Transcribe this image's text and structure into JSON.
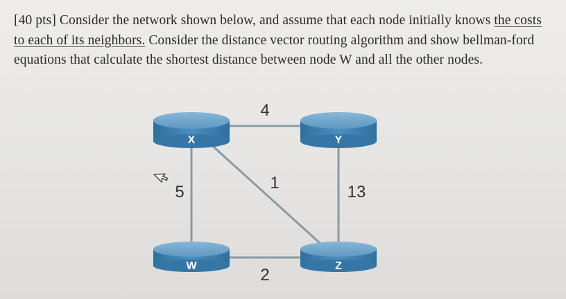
{
  "question": {
    "part1": "[40 pts] Consider the network shown below, and assume that each node initially knows ",
    "part2": "the costs to each of its neighbors.",
    "part3": " Consider the distance vector routing algorithm and show bellman-ford equations that calculate the shortest distance between node W and all the other nodes."
  },
  "network": {
    "nodes": {
      "x": "X",
      "y": "Y",
      "w": "W",
      "z": "Z"
    },
    "edges": {
      "xy": "4",
      "xz": "1",
      "xw": "5",
      "yz": "13",
      "wz": "2"
    }
  },
  "colors": {
    "router_top": "#6aa3c8",
    "router_side": "#3b7fb0",
    "link": "#8a9aa3",
    "cursor": "#3a3a3a"
  },
  "icons": {
    "cursor": "mouse-pointer-icon"
  }
}
